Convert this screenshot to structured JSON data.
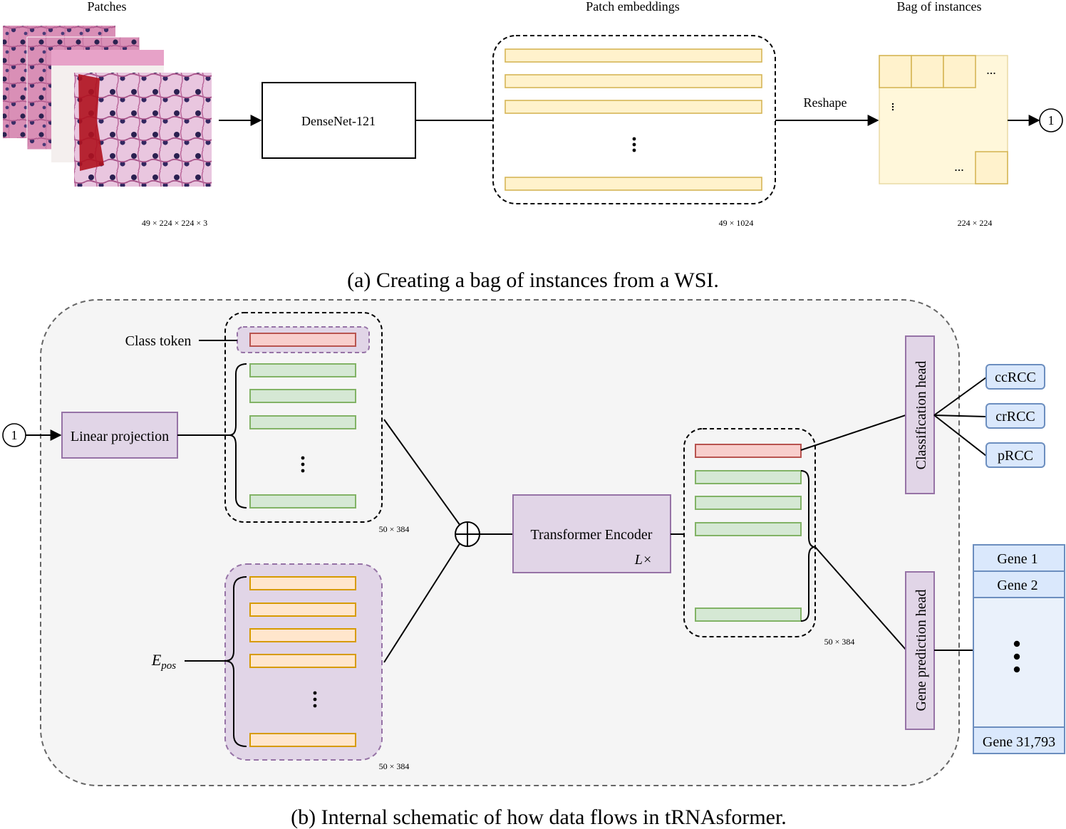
{
  "part_a": {
    "patches_title": "Patches",
    "embeddings_title": "Patch embeddings",
    "bag_title": "Bag of instances",
    "densenet": "DenseNet-121",
    "reshape": "Reshape",
    "dim_patches": "49 × 224 × 224 × 3",
    "dim_embeddings": "49 × 1024",
    "dim_bag": "224 × 224",
    "ellipsis_h": "...",
    "connector": "1",
    "caption": "(a) Creating a bag of instances from a WSI."
  },
  "part_b": {
    "class_token": "Class token",
    "linear_projection": "Linear projection",
    "epos_main": "E",
    "epos_sub": "pos",
    "transformer": "Transformer Encoder",
    "layers": "L×",
    "classification_head": "Classification head",
    "gene_head": "Gene prediction head",
    "classes": [
      "ccRCC",
      "crRCC",
      "pRCC"
    ],
    "genes": [
      "Gene 1",
      "Gene 2",
      "Gene 31,793"
    ],
    "dim_tokens": "50 × 384",
    "dim_pos": "50 × 384",
    "dim_out": "50 × 384",
    "connector": "1",
    "caption": "(b) Internal schematic of how data flows in tRNAsformer."
  },
  "colors": {
    "purple_fill": "#e1d5e7",
    "purple_stroke": "#9673a6",
    "yellow_fill": "#fff2cc",
    "green_fill": "#d5e8d4",
    "red_fill": "#f8cecc",
    "orange_fill": "#ffe6cc",
    "blue_fill": "#dae8fc"
  }
}
